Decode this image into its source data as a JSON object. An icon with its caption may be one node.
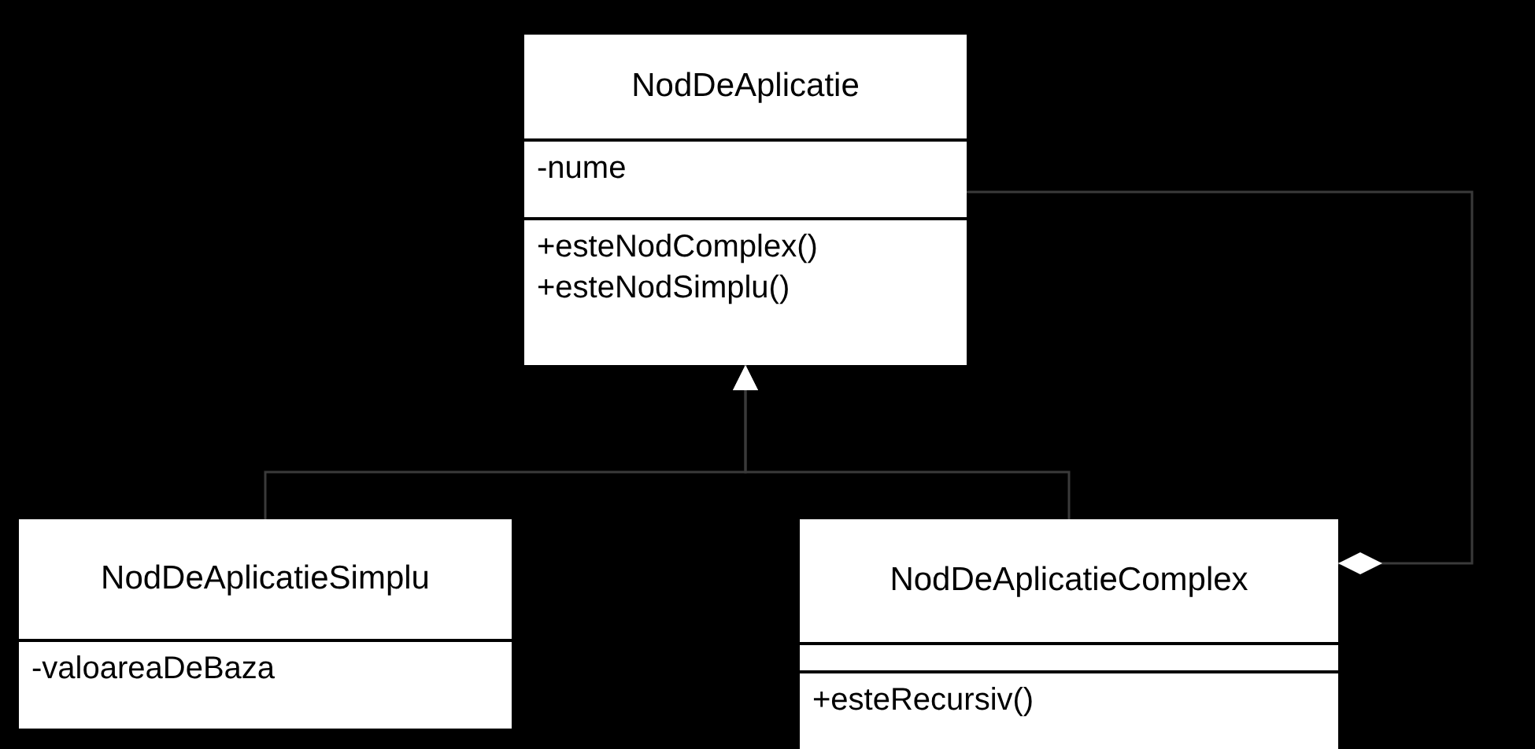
{
  "diagram": {
    "nodes": [
      {
        "text": [
          "NodDeAplicatie",
          "-nume",
          "+esteNodComplex()",
          "+esteNodSimplu()"
        ]
      },
      {
        "text": [
          "NodDeAplicatieSimplu",
          "-valoareaDeBaza"
        ]
      },
      {
        "text": [
          "NodDeAplicatieComplex",
          "+esteRecursiv()"
        ]
      }
    ],
    "edges": [
      {
        "from": 1,
        "to": 0,
        "arrow": "to"
      },
      {
        "from": 2,
        "to": 0,
        "arrow": "to"
      },
      {
        "from": 2,
        "to": 0,
        "arrow": "other"
      }
    ]
  }
}
